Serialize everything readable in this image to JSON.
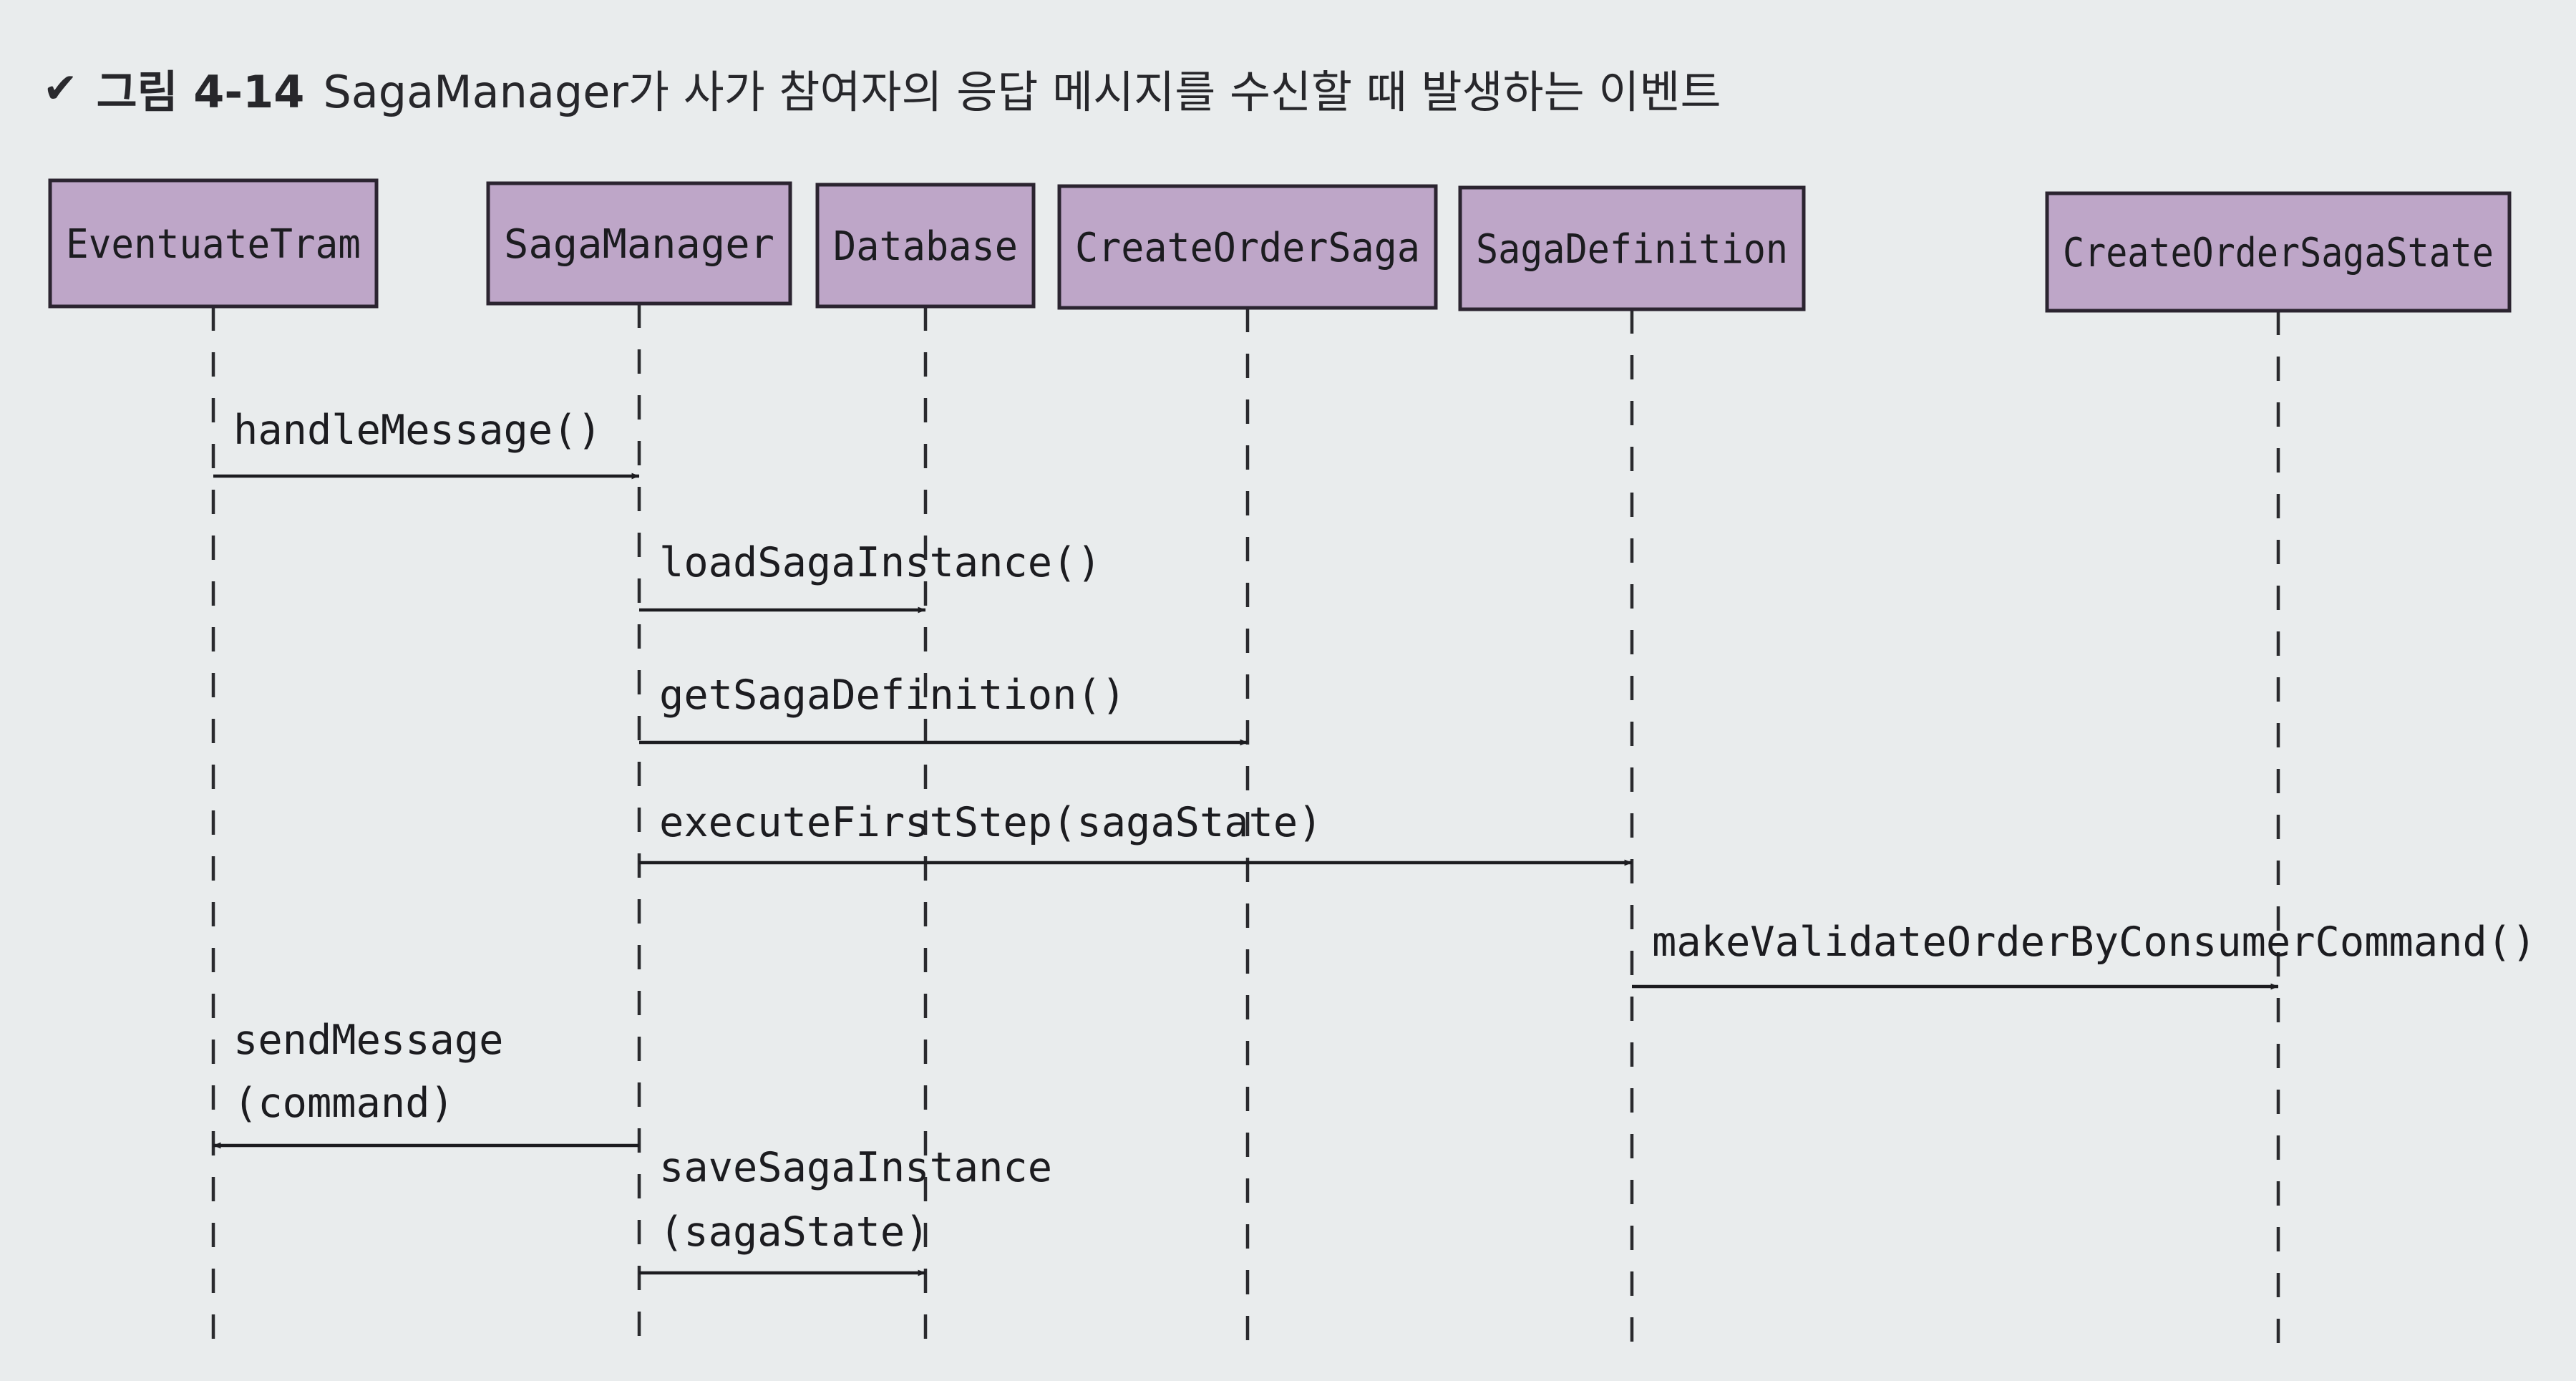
{
  "caption": {
    "marker": "✔",
    "number": "그림 4-14",
    "text": "SagaManager가 사가 참여자의 응답 메시지를 수신할 때 발생하는 이벤트"
  },
  "participants": [
    {
      "id": "eventuate_tram",
      "label": "EventuateTram"
    },
    {
      "id": "saga_manager",
      "label": "SagaManager"
    },
    {
      "id": "database",
      "label": "Database"
    },
    {
      "id": "create_order_saga",
      "label": "CreateOrderSaga"
    },
    {
      "id": "saga_definition",
      "label": "SagaDefinition"
    },
    {
      "id": "create_order_saga_state",
      "label": "CreateOrderSagaState"
    }
  ],
  "messages": [
    {
      "from": "eventuate_tram",
      "to": "saga_manager",
      "label_lines": [
        "handleMessage()"
      ]
    },
    {
      "from": "saga_manager",
      "to": "database",
      "label_lines": [
        "loadSagaInstance()"
      ]
    },
    {
      "from": "saga_manager",
      "to": "create_order_saga",
      "label_lines": [
        "getSagaDefinition()"
      ]
    },
    {
      "from": "saga_manager",
      "to": "saga_definition",
      "label_lines": [
        "executeFirstStep(sagaState)"
      ]
    },
    {
      "from": "saga_definition",
      "to": "create_order_saga_state",
      "label_lines": [
        "makeValidateOrderByConsumerCommand()"
      ]
    },
    {
      "from": "saga_manager",
      "to": "eventuate_tram",
      "label_lines": [
        "sendMessage",
        "(command)"
      ]
    },
    {
      "from": "saga_manager",
      "to": "database",
      "label_lines": [
        "saveSagaInstance",
        "(sagaState)"
      ]
    }
  ]
}
